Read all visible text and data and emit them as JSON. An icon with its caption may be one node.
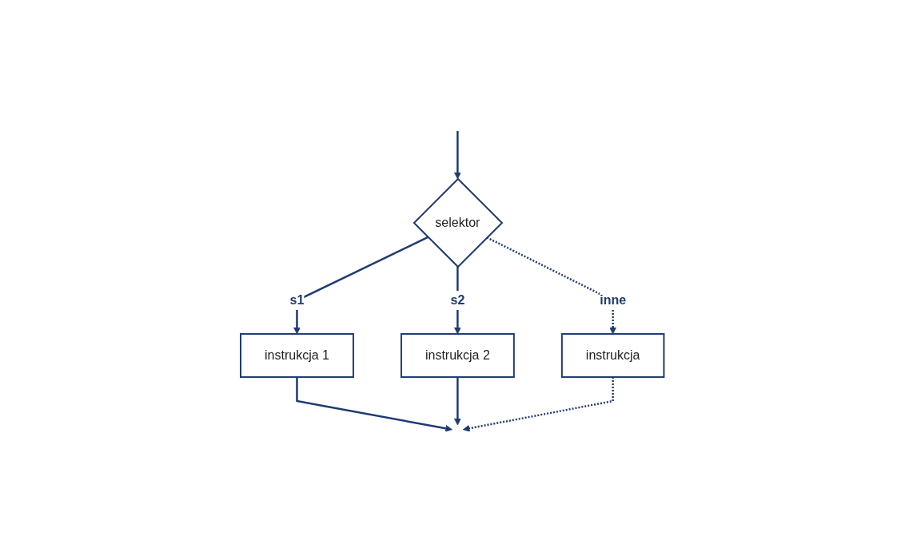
{
  "diagram": {
    "nodes": [
      {
        "text": [
          "selektor"
        ]
      },
      {
        "text": [
          "instrukcja 1"
        ]
      },
      {
        "text": [
          "instrukcja 2"
        ]
      },
      {
        "text": [
          "instrukcja"
        ]
      }
    ],
    "edges": [
      {
        "from": null,
        "to": 0,
        "arrow": "to"
      },
      {
        "from": 0,
        "to": 1,
        "arrow": "to",
        "label": "s1"
      },
      {
        "from": 0,
        "to": 2,
        "arrow": "to",
        "label": "s2"
      },
      {
        "from": 0,
        "to": 3,
        "arrow": "to",
        "label": "inne",
        "style": "dashed"
      },
      {
        "from": 1,
        "to": null,
        "arrow": "to"
      },
      {
        "from": 2,
        "to": null,
        "arrow": "to"
      },
      {
        "from": 3,
        "to": null,
        "arrow": "to",
        "style": "dashed"
      }
    ]
  }
}
